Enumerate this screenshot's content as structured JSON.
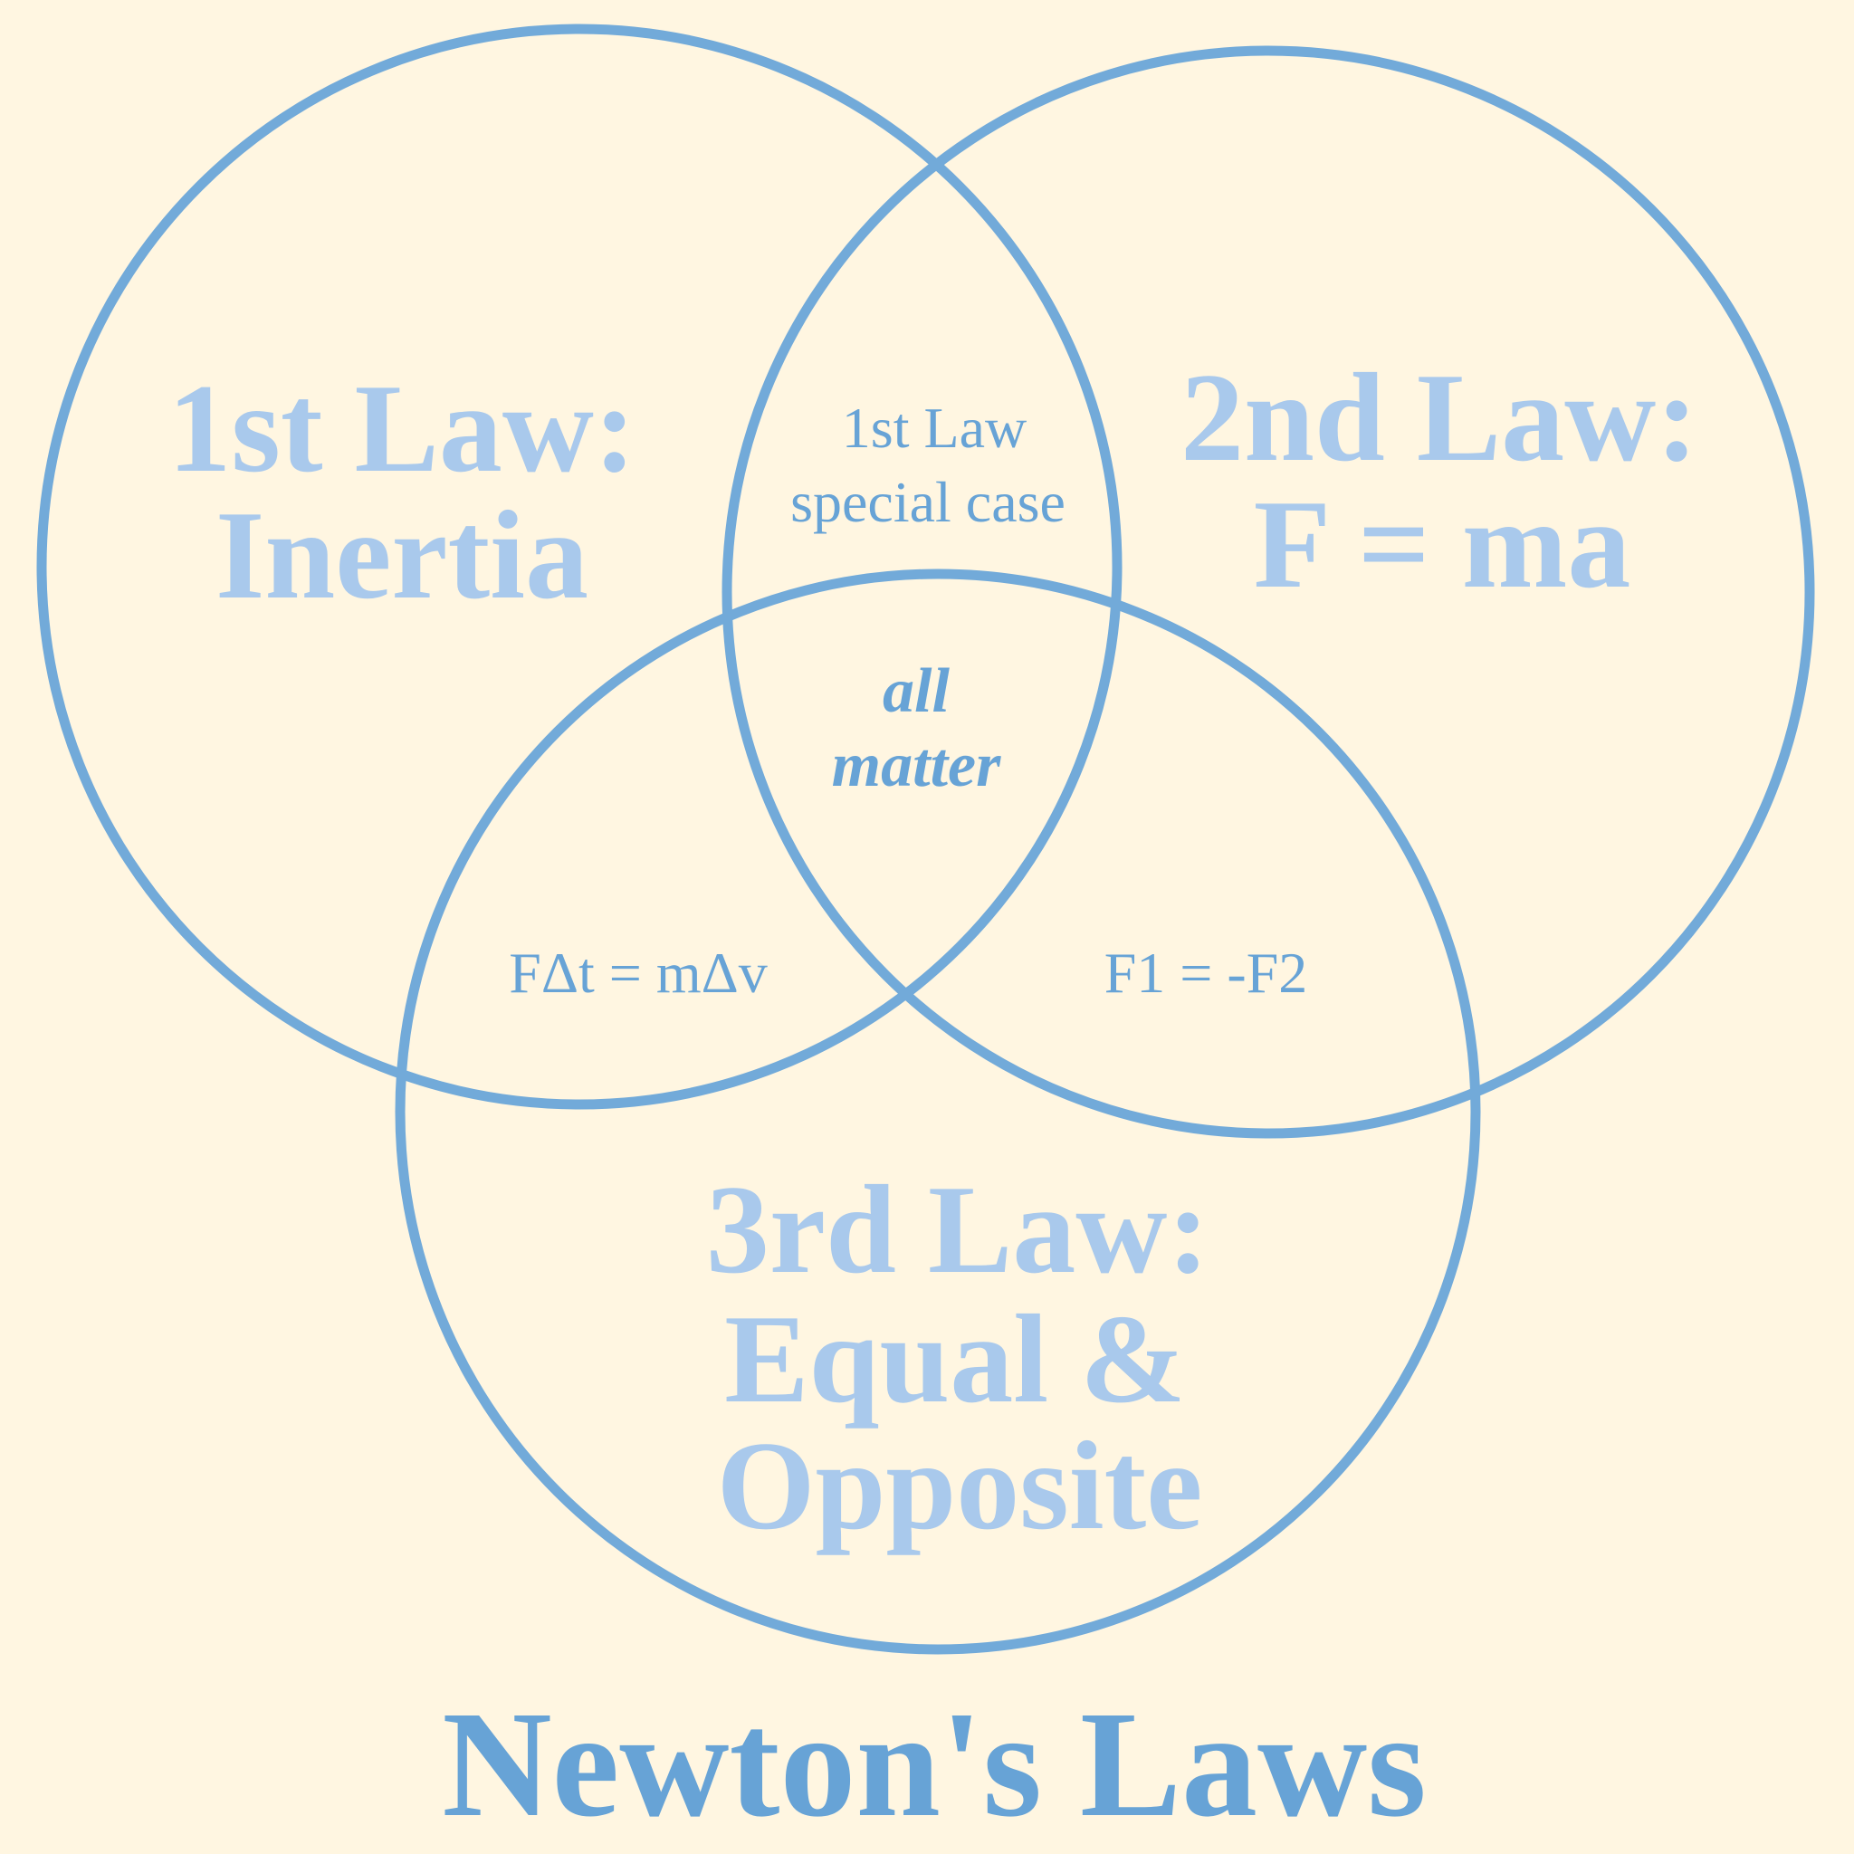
{
  "title": "Newton's Laws",
  "sets": {
    "first": {
      "line1": "1st Law:",
      "line2": "Inertia"
    },
    "second": {
      "line1": "2nd Law:",
      "line2": "F = ma"
    },
    "third": {
      "line1": "3rd Law:",
      "line2": "Equal &",
      "line3": "Opposite"
    }
  },
  "intersections": {
    "first_second": {
      "line1": "1st Law",
      "line2": "special case"
    },
    "first_third": "FΔt = mΔv",
    "second_third": "F1 = -F2",
    "all": {
      "line1": "all",
      "line2": "matter"
    }
  },
  "colors": {
    "background": "#fff6e1",
    "stroke": "#72aad9",
    "label_light": "#a9c9ec",
    "label_dark": "#67a3d6"
  }
}
